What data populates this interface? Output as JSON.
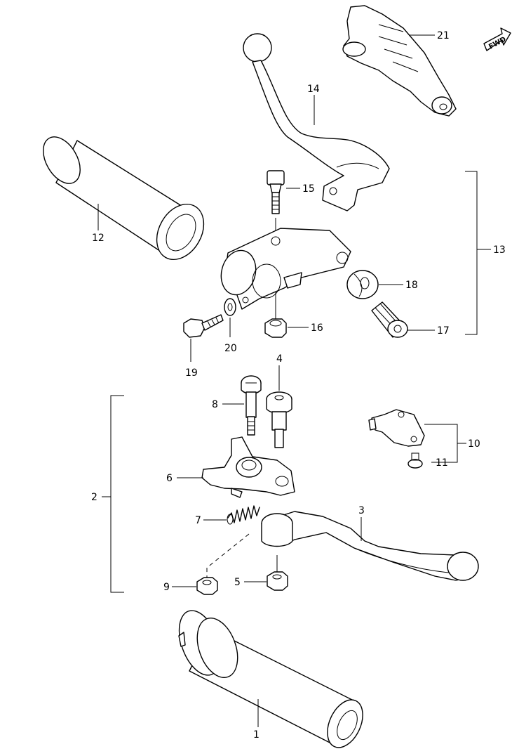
{
  "fwd_label": "FWD",
  "callouts": {
    "c1": "1",
    "c2": "2",
    "c3": "3",
    "c4": "4",
    "c5": "5",
    "c6": "6",
    "c7": "7",
    "c8": "8",
    "c9": "9",
    "c10": "10",
    "c11": "11",
    "c12": "12",
    "c13": "13",
    "c14": "14",
    "c15": "15",
    "c16": "16",
    "c17": "17",
    "c18": "18",
    "c19": "19",
    "c20": "20",
    "c21": "21"
  },
  "colors": {
    "line": "#000000",
    "background": "#ffffff"
  }
}
